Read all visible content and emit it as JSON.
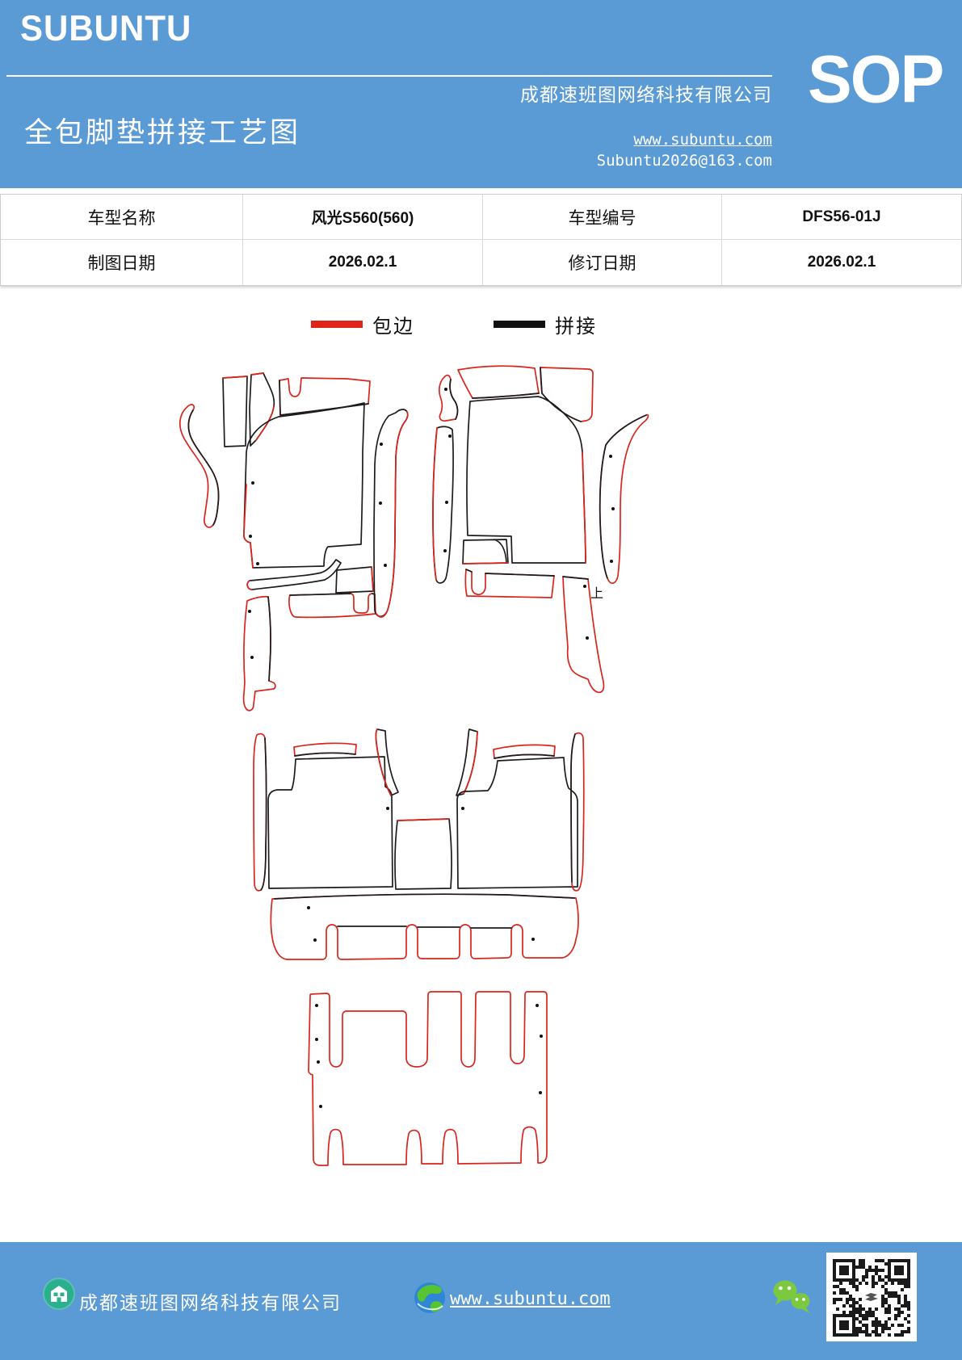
{
  "header": {
    "logo": "SUBUNTU",
    "title": "全包脚垫拼接工艺图",
    "company": "成都速班图网络科技有限公司",
    "website": "www.subuntu.com",
    "email": "Subuntu2026@163.com",
    "badge": "SOP",
    "bg_color": "#5b9bd5"
  },
  "info_table": {
    "rows": [
      {
        "c0": "车型名称",
        "c1": "风光S560(560)",
        "c2": "车型编号",
        "c3": "DFS56-01J"
      },
      {
        "c0": "制图日期",
        "c1": "2026.02.1",
        "c2": "修订日期",
        "c3": "2026.02.1"
      }
    ]
  },
  "legend": {
    "items": [
      {
        "label": "包边",
        "color": "#e02419"
      },
      {
        "label": "拼接",
        "color": "#111111"
      }
    ]
  },
  "diagram": {
    "orientation_label": "上",
    "binding_color": "#d9251d",
    "splice_color": "#1c1c1c"
  },
  "footer": {
    "company": "成都速班图网络科技有限公司",
    "website": "www.subuntu.com",
    "icons": [
      "building-icon",
      "globe-icon",
      "wechat-icon",
      "qr-code"
    ]
  }
}
